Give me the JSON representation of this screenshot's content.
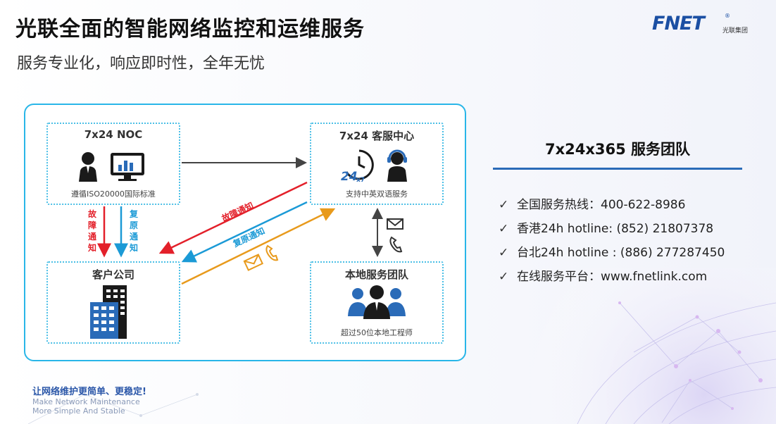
{
  "header": {
    "title": "光联全面的智能网络监控和运维服务",
    "subtitle": "服务专业化，响应即时性，全年无忧"
  },
  "logo": {
    "text": "FNET",
    "registered": "®",
    "company": "光联集团"
  },
  "diagram": {
    "noc": {
      "title": "7x24 NOC",
      "desc": "遵循ISO20000国际标准"
    },
    "service_center": {
      "title": "7x24 客服中心",
      "desc": "支持中英双语服务"
    },
    "customer": {
      "title": "客户公司"
    },
    "local_team": {
      "title": "本地服务团队",
      "desc": "超过50位本地工程师"
    },
    "labels": {
      "fault_notice_v": "故障通知",
      "restore_notice_v": "复原通知",
      "fault_notice": "故障通知",
      "restore_notice": "复原通知"
    },
    "icons": [
      "person-icon",
      "monitor-chart-icon",
      "clock-24x7-icon",
      "headset-agent-icon",
      "building-icon",
      "team-icon",
      "email-icon",
      "phone-icon"
    ],
    "colors": {
      "fault": "#e3202a",
      "restore": "#1b9ad6",
      "request": "#e89a1c",
      "border": "#29b6e8",
      "icon_blue": "#2a6bb8"
    }
  },
  "team_panel": {
    "title": "7x24x365 服务团队",
    "items": [
      "全国服务热线：400-622-8986",
      "香港24h hotline: (852)  21807378",
      "台北24h hotline : (886) 277287450",
      "在线服务平台：www.fnetlink.com"
    ]
  },
  "slogan": {
    "cn": "让网络维护更简单、更稳定!",
    "en1": "Make Network Maintenance",
    "en2": "More Simple And Stable"
  }
}
